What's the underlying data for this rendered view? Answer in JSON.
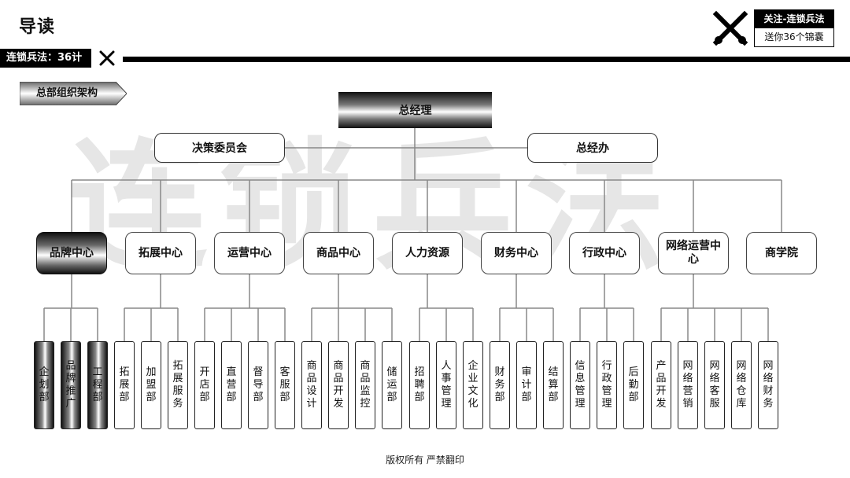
{
  "header": {
    "title": "导读",
    "series_tag": "连锁兵法：36计",
    "follow_line1": "关注-连锁兵法",
    "follow_line2": "送你36个锦囊"
  },
  "section_tag": "总部组织架构",
  "watermark": "连锁兵法",
  "org": {
    "root": "总经理",
    "staff": [
      "决策委员会",
      "总经办"
    ],
    "centers": [
      {
        "name": "品牌中心",
        "highlight": true,
        "depts": [
          {
            "name": "企划部",
            "highlight": true
          },
          {
            "name": "品牌推广",
            "highlight": true
          },
          {
            "name": "工程部",
            "highlight": true
          }
        ]
      },
      {
        "name": "拓展中心",
        "depts": [
          {
            "name": "拓展部"
          },
          {
            "name": "加盟部"
          },
          {
            "name": "拓展服务"
          }
        ]
      },
      {
        "name": "运营中心",
        "depts": [
          {
            "name": "开店部"
          },
          {
            "name": "直营部"
          },
          {
            "name": "督导部"
          },
          {
            "name": "客服部"
          }
        ]
      },
      {
        "name": "商品中心",
        "depts": [
          {
            "name": "商品设计"
          },
          {
            "name": "商品开发"
          },
          {
            "name": "商品监控"
          },
          {
            "name": "储运部"
          }
        ]
      },
      {
        "name": "人力资源",
        "depts": [
          {
            "name": "招聘部"
          },
          {
            "name": "人事管理"
          },
          {
            "name": "企业文化"
          }
        ]
      },
      {
        "name": "财务中心",
        "depts": [
          {
            "name": "财务部"
          },
          {
            "name": "审计部"
          },
          {
            "name": "结算部"
          }
        ]
      },
      {
        "name": "行政中心",
        "depts": [
          {
            "name": "信息管理"
          },
          {
            "name": "行政管理"
          },
          {
            "name": "后勤部"
          }
        ]
      },
      {
        "name": "网络运营中心",
        "depts": [
          {
            "name": "产品开发"
          },
          {
            "name": "网络营销"
          },
          {
            "name": "网络客服"
          },
          {
            "name": "网络仓库"
          },
          {
            "name": "网络财务"
          }
        ]
      },
      {
        "name": "商学院",
        "depts": []
      }
    ]
  },
  "footer": "版权所有  严禁翻印"
}
